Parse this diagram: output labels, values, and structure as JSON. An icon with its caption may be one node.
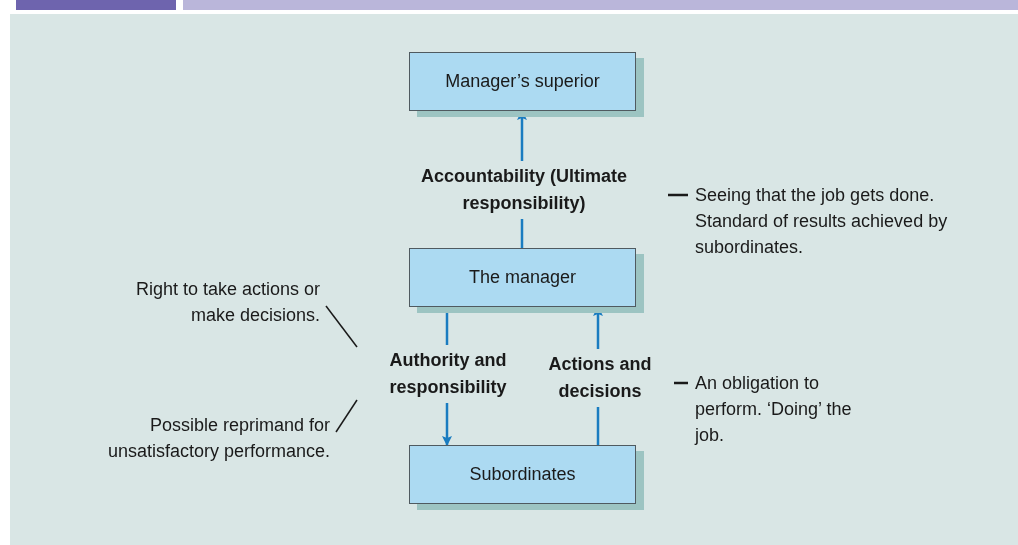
{
  "diagram": {
    "nodes": [
      {
        "text": [
          "Manager’s superior"
        ]
      },
      {
        "text": [
          "The manager"
        ]
      },
      {
        "text": [
          "Subordinates"
        ]
      },
      {
        "text": [
          "Right to take actions or make decisions."
        ]
      },
      {
        "text": [
          "Possible reprimand for unsatisfactory performance."
        ]
      },
      {
        "text": [
          "Seeing that the job gets done. Standard of results achieved by subordinates."
        ]
      },
      {
        "text": [
          "An obligation to perform. ‘Doing’ the job."
        ]
      }
    ],
    "edges": [
      {
        "from": 1,
        "to": 0,
        "arrow": "to",
        "label": "Accountability (Ultimate responsibility)",
        "color": "#1a7cc0"
      },
      {
        "from": 1,
        "to": 2,
        "arrow": "to",
        "label": "Authority and responsibility",
        "color": "#1a7cc0"
      },
      {
        "from": 2,
        "to": 1,
        "arrow": "to",
        "label": "Actions and decisions",
        "color": "#1a7cc0"
      },
      {
        "from": 3,
        "to": null,
        "arrow": "none"
      },
      {
        "from": 4,
        "to": null,
        "arrow": "none"
      },
      {
        "from": 5,
        "to": null,
        "arrow": "none"
      },
      {
        "from": 6,
        "to": null,
        "arrow": "none"
      }
    ]
  }
}
